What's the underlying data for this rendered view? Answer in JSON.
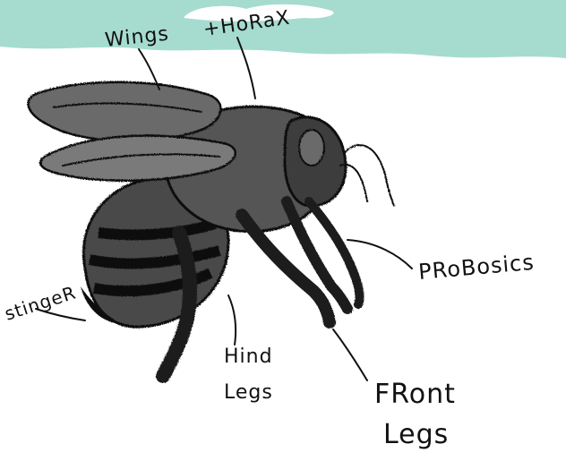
{
  "colors": {
    "sky": "#a5dccf",
    "body": "#4a4a4a",
    "dark": "#1b1b1b",
    "ink": "#111111"
  },
  "labels": {
    "wings": "Wings",
    "thorax": "+HoRaX",
    "proboscis": "PRoBosics",
    "stinger": "stingeR",
    "hind_legs_1": "Hind",
    "hind_legs_2": "Legs",
    "front_legs_1": "FRont",
    "front_legs_2": "Legs"
  }
}
